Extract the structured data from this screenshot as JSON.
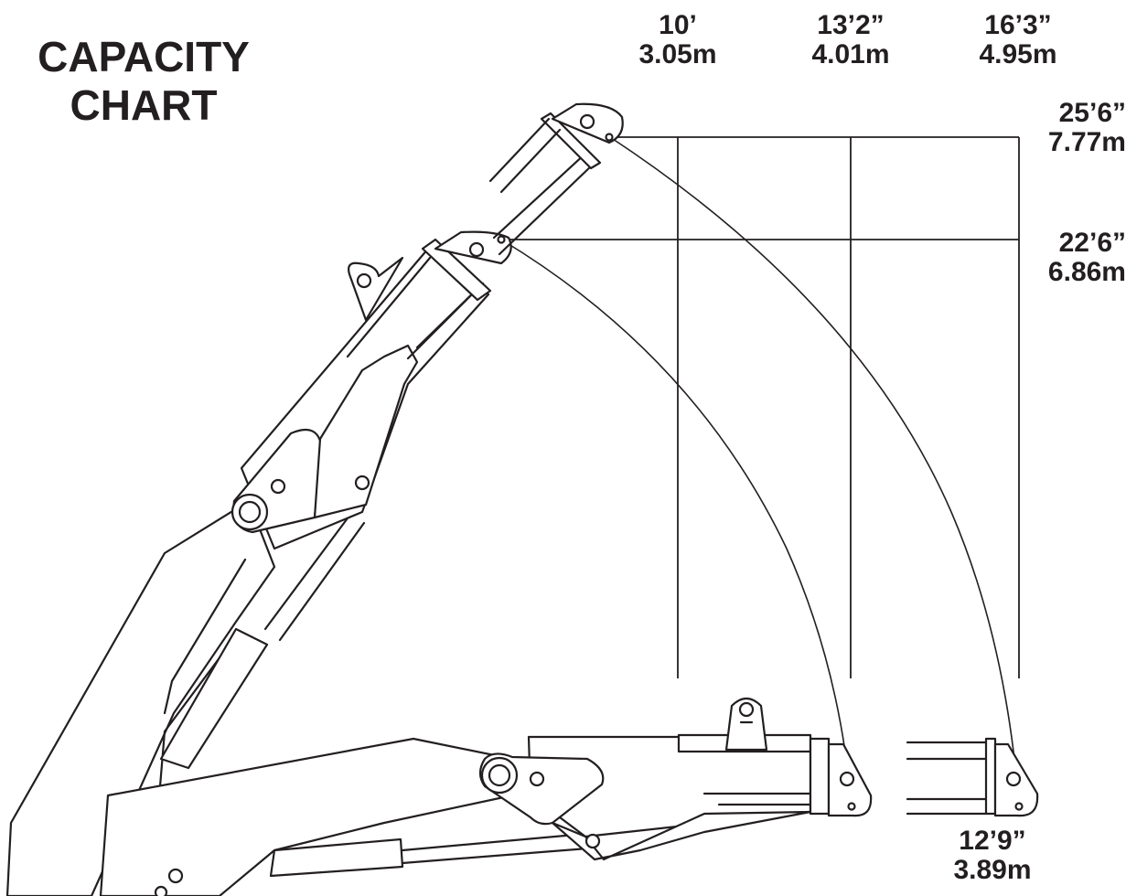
{
  "title": {
    "line1": "CAPACITY",
    "line2": "CHART"
  },
  "horizontal_reach": [
    {
      "ft": "10’",
      "m": "3.05m"
    },
    {
      "ft": "13’2”",
      "m": "4.01m"
    },
    {
      "ft": "16’3”",
      "m": "4.95m"
    }
  ],
  "lift_height": [
    {
      "ft": "25’6”",
      "m": "7.77m"
    },
    {
      "ft": "22’6”",
      "m": "6.86m"
    }
  ],
  "ground_reach": {
    "ft": "12’9”",
    "m": "3.89m"
  },
  "colors": {
    "ink": "#231f20",
    "background": "#ffffff"
  }
}
